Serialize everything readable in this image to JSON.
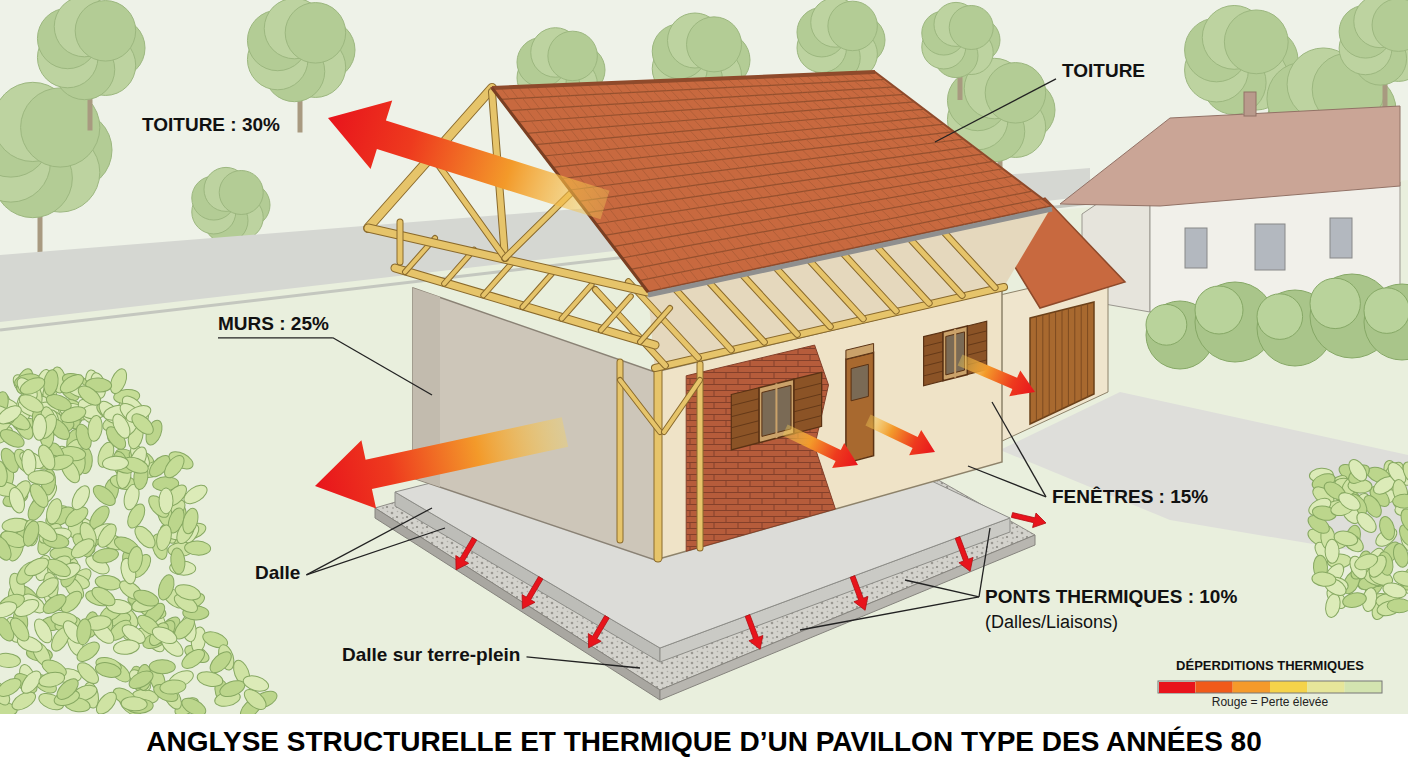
{
  "diagram": {
    "title": "ANGLYSE STRUCTURELLE ET THERMIQUE D’UN PAVILLON TYPE DES ANNÉES 80",
    "labels": [
      "TOITURE : 30%",
      "TOITURE",
      "MURS : 25%",
      "FENÊTRES : 15%",
      "Dalle",
      "PONTS THERMIQUES : 10%",
      "(Dalles/Liaisons)",
      "Dalle sur terre-plein",
      "DÉPERDITIONS THERMIQUES"
    ],
    "legend": [
      {
        "text": "Rouge = Perte élevée",
        "color": "#e8141c"
      }
    ]
  }
}
